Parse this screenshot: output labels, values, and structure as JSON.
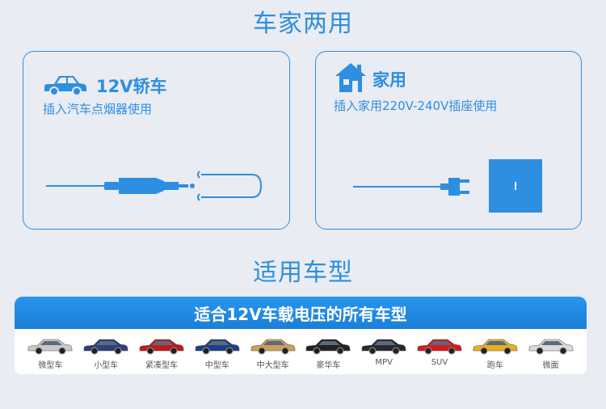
{
  "sections": {
    "top_title": "车家两用",
    "bottom_title": "适用车型"
  },
  "car_card": {
    "title": "12V轿车",
    "desc": "插入汽车点烟器使用",
    "icon": "car-icon"
  },
  "home_card": {
    "title": "家用",
    "desc": "插入家用220V-240V插座使用",
    "icon": "house-icon"
  },
  "banner": "适合12V车载电压的所有车型",
  "vehicles": [
    {
      "label": "微型车",
      "color": "#c9c9c9"
    },
    {
      "label": "小型车",
      "color": "#2d3f7e"
    },
    {
      "label": "紧凑型车",
      "color": "#c01a1a"
    },
    {
      "label": "中型车",
      "color": "#1d3f86"
    },
    {
      "label": "中大型车",
      "color": "#caa05a"
    },
    {
      "label": "豪华车",
      "color": "#222222"
    },
    {
      "label": "MPV",
      "color": "#2a2a2e"
    },
    {
      "label": "SUV",
      "color": "#d31b1b"
    },
    {
      "label": "跑车",
      "color": "#e8b020"
    },
    {
      "label": "微面",
      "color": "#dadada"
    }
  ]
}
